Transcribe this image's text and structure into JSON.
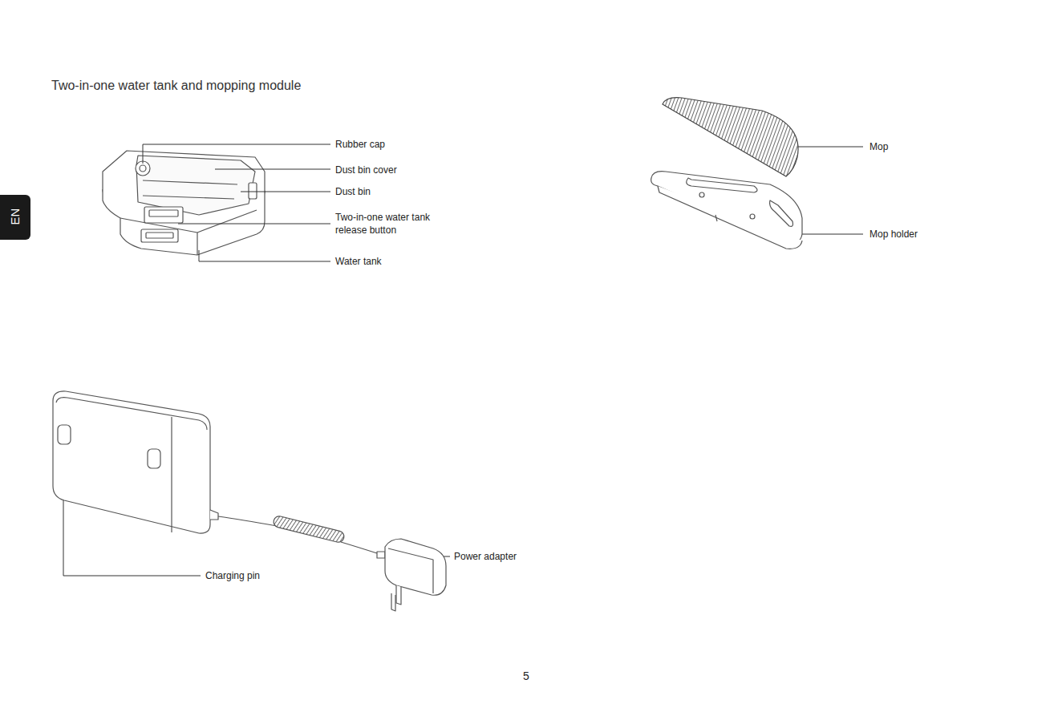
{
  "diagram": {
    "title": "Two-in-one water tank and mopping module",
    "labels": [
      "Rubber cap",
      "Dust bin cover",
      "Dust bin",
      "Two-in-one water tank release button",
      "Water tank",
      "Mop",
      "Mop holder",
      "Power adapter",
      "Charging pin",
      "EN",
      "5"
    ]
  }
}
